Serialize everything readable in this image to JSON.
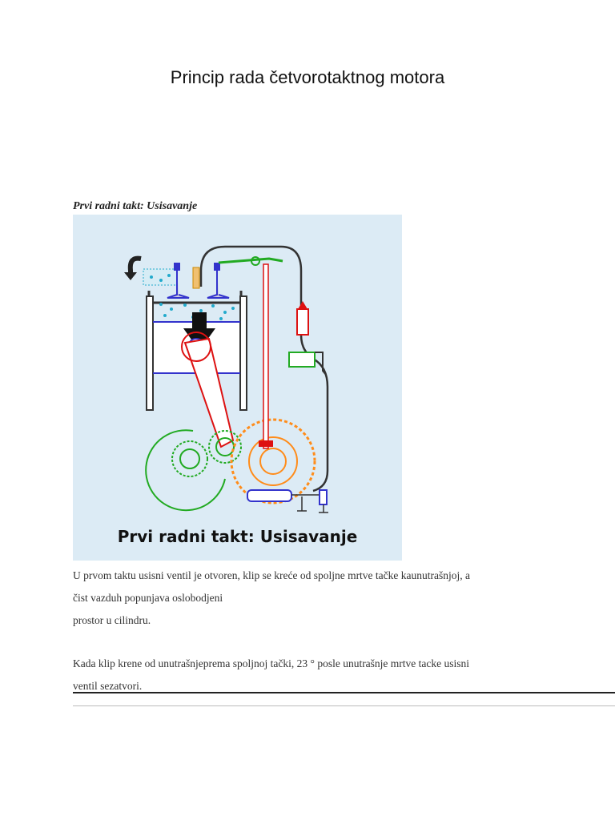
{
  "title": "Princip rada četvorotaktnog motora",
  "section_heading": "Prvi radni takt: Usisavanje",
  "figure": {
    "caption": "Prvi radni takt: Usisavanje",
    "colors": {
      "background": "#dcebf5",
      "engine": "#333333",
      "valve": "#3333cc",
      "rod": "#dd1111",
      "gear": "#ff8c1a",
      "cam": "#22aa22",
      "air": "#22aacc"
    }
  },
  "paragraphs": {
    "p1": [
      "U prvom taktu usisni ventil je otvoren, klip se kreće od spoljne mrtve tačke kaunutrašnjoj, a",
      "čist vazduh popunjava oslobodjeni",
      "prostor u cilindru."
    ],
    "p2": [
      "Kada klip krene od unutrašnjeprema spoljnoj tački, 23 ° posle unutrašnje mrtve tacke usisni",
      "ventil sezatvori."
    ]
  }
}
